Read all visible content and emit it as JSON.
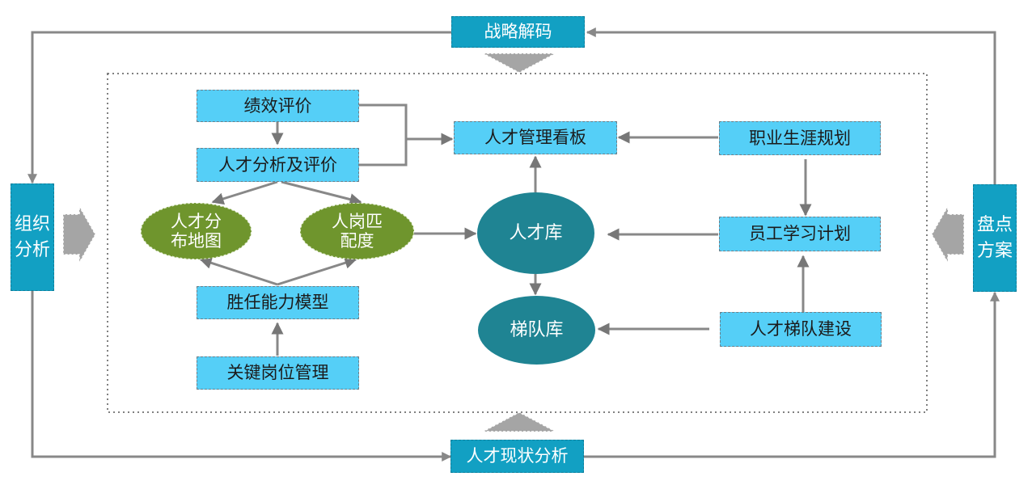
{
  "nodes": {
    "strategy": "战略解码",
    "status_analysis": "人才现状分析",
    "org_analysis": "组织分析",
    "inventory_plan": "盘点方案",
    "performance_eval": "绩效评价",
    "talent_analysis": "人才分析及评价",
    "talent_map": "人才分布地图",
    "job_match": "人岗匹配度",
    "competency_model": "胜任能力模型",
    "key_position_mgmt": "关键岗位管理",
    "talent_dashboard": "人才管理看板",
    "talent_pool": "人才库",
    "echelon_pool": "梯队库",
    "career_planning": "职业生涯规划",
    "learning_plan": "员工学习计划",
    "echelon_building": "人才梯队建设"
  },
  "colors": {
    "box_fill": "#55cff7",
    "outer_fill": "#12a0c3",
    "green_ellipse": "#6f952d",
    "teal_ellipse": "#1f8493",
    "connector": "#888888"
  }
}
